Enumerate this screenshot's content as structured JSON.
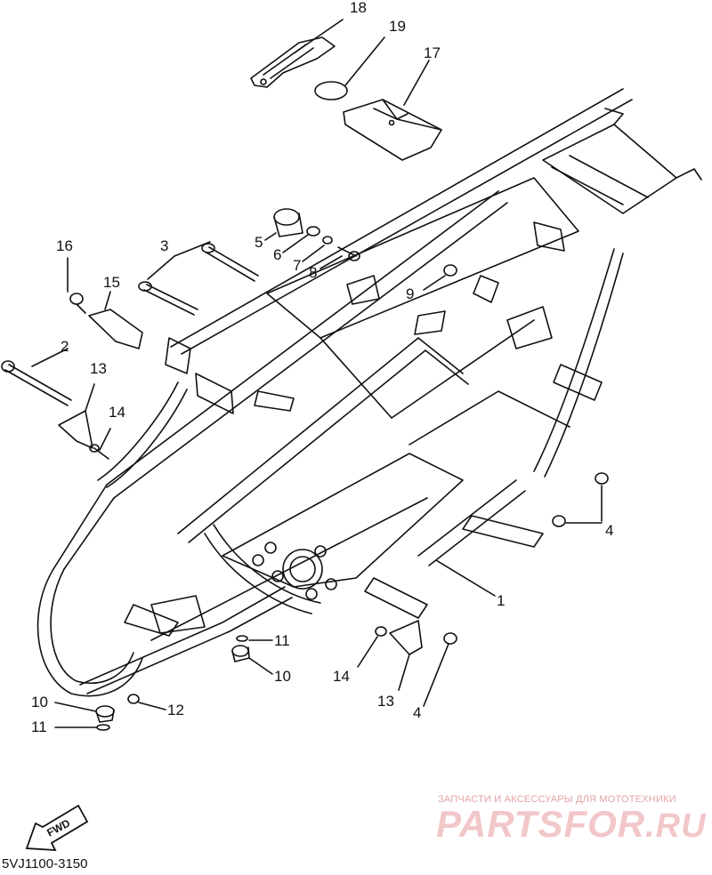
{
  "callouts": {
    "c18": "18",
    "c19": "19",
    "c17": "17",
    "c5": "5",
    "c6": "6",
    "c7": "7",
    "c8": "8",
    "c16": "16",
    "c3": "3",
    "c15": "15",
    "c9": "9",
    "c2": "2",
    "c13a": "13",
    "c14a": "14",
    "c4a": "4",
    "c1": "1",
    "c11a": "11",
    "c10a": "10",
    "c14b": "14",
    "c10b": "10",
    "c12": "12",
    "c13b": "13",
    "c4b": "4",
    "c11b": "11"
  },
  "fwd_label": "FWD",
  "document_id": "5VJ1100-3150",
  "watermark": {
    "subtitle": "ЗАПЧАСТИ И АКСЕССУАРЫ ДЛЯ МОТОТЕХНИКИ",
    "brand": "PARTSFOR",
    "domain": ".RU"
  },
  "colors": {
    "line": "#111111",
    "watermark": "#e8a0a4"
  }
}
